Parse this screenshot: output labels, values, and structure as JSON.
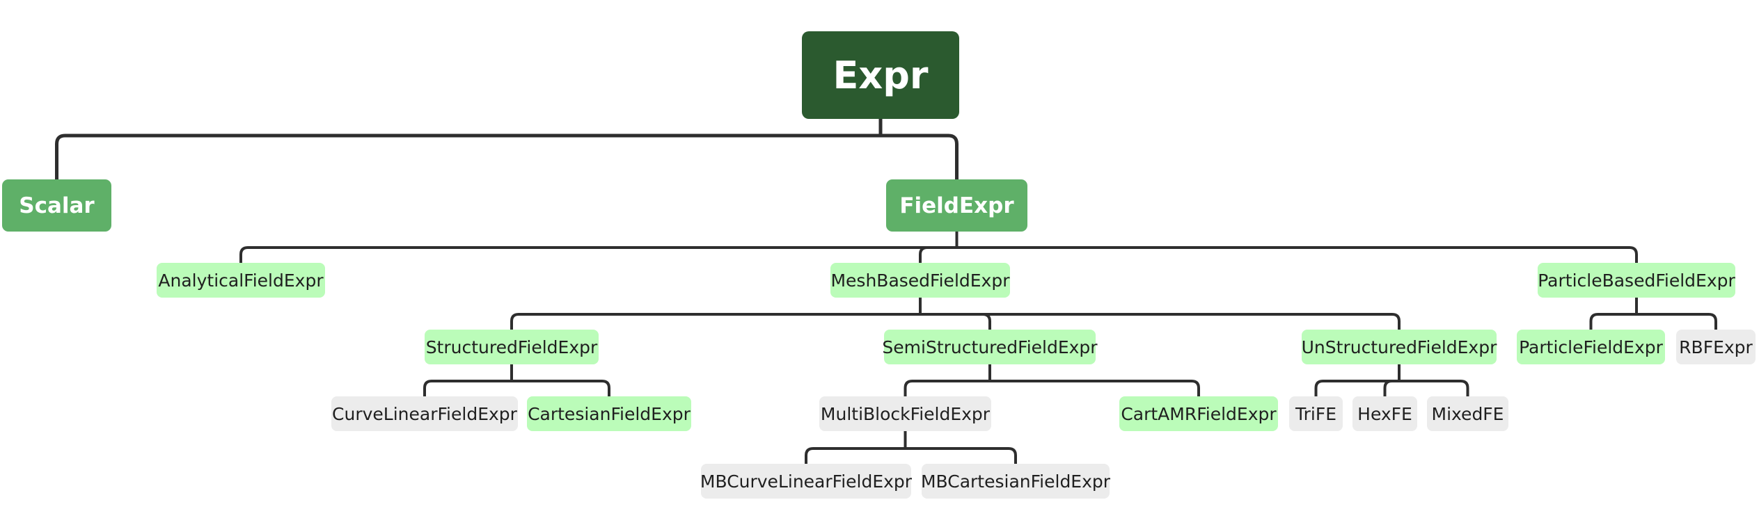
{
  "diagram": {
    "type": "tree",
    "colors": {
      "root": "#2b5a2f",
      "level1": "#5fb068",
      "highlight": "#bbfcb9",
      "plain": "#ececec",
      "connector": "#2e2e2e"
    },
    "nodes": {
      "expr": "Expr",
      "scalar": "Scalar",
      "field_expr": "FieldExpr",
      "analytical_field_expr": "AnalyticalFieldExpr",
      "mesh_based_field_expr": "MeshBasedFieldExpr",
      "particle_based_field_expr": "ParticleBasedFieldExpr",
      "structured_field_expr": "StructuredFieldExpr",
      "semi_structured_field_expr": "SemiStructuredFieldExpr",
      "unstructured_field_expr": "UnStructuredFieldExpr",
      "particle_field_expr": "ParticleFieldExpr",
      "rbf_expr": "RBFExpr",
      "curve_linear_field_expr": "CurveLinearFieldExpr",
      "cartesian_field_expr": "CartesianFieldExpr",
      "multi_block_field_expr": "MultiBlockFieldExpr",
      "cart_amr_field_expr": "CartAMRFieldExpr",
      "tri_fe": "TriFE",
      "hex_fe": "HexFE",
      "mixed_fe": "MixedFE",
      "mb_curve_linear_field_expr": "MBCurveLinearFieldExpr",
      "mb_cartesian_field_expr": "MBCartesianFieldExpr"
    },
    "edges": [
      [
        "expr",
        "scalar"
      ],
      [
        "expr",
        "field_expr"
      ],
      [
        "field_expr",
        "analytical_field_expr"
      ],
      [
        "field_expr",
        "mesh_based_field_expr"
      ],
      [
        "field_expr",
        "particle_based_field_expr"
      ],
      [
        "mesh_based_field_expr",
        "structured_field_expr"
      ],
      [
        "mesh_based_field_expr",
        "semi_structured_field_expr"
      ],
      [
        "mesh_based_field_expr",
        "unstructured_field_expr"
      ],
      [
        "particle_based_field_expr",
        "particle_field_expr"
      ],
      [
        "particle_based_field_expr",
        "rbf_expr"
      ],
      [
        "structured_field_expr",
        "curve_linear_field_expr"
      ],
      [
        "structured_field_expr",
        "cartesian_field_expr"
      ],
      [
        "semi_structured_field_expr",
        "multi_block_field_expr"
      ],
      [
        "semi_structured_field_expr",
        "cart_amr_field_expr"
      ],
      [
        "unstructured_field_expr",
        "tri_fe"
      ],
      [
        "unstructured_field_expr",
        "hex_fe"
      ],
      [
        "unstructured_field_expr",
        "mixed_fe"
      ],
      [
        "multi_block_field_expr",
        "mb_curve_linear_field_expr"
      ],
      [
        "multi_block_field_expr",
        "mb_cartesian_field_expr"
      ]
    ]
  }
}
